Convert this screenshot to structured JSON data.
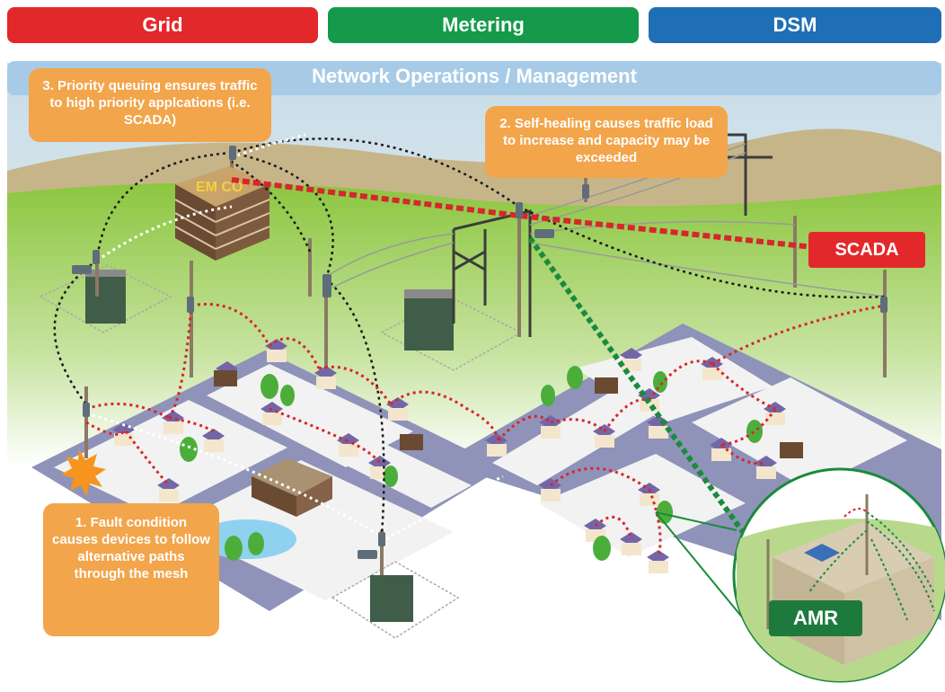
{
  "tabs": {
    "grid": {
      "label": "Grid",
      "color": "#e3282b"
    },
    "metering": {
      "label": "Metering",
      "color": "#149a4a"
    },
    "dsm": {
      "label": "DSM",
      "color": "#1f6fb6"
    }
  },
  "banner": {
    "title": "Network Operations / Management"
  },
  "callouts": {
    "priority": "3. Priority queuing ensures traffic to high priority applcations (i.e. SCADA)",
    "self_healing": "2. Self-healing causes traffic load to increase and capacity may be exceeded",
    "fault": "1. Fault condition causes devices to follow alternative paths through the mesh"
  },
  "building": {
    "sign": "EM CO"
  },
  "labels": {
    "scada": "SCADA",
    "amr": "AMR"
  },
  "colors": {
    "callout": "#f2a54a",
    "scada": "#e3282b",
    "amr": "#1e7a3c",
    "mesh_red": "#d7262c",
    "mesh_green": "#1b8a3c",
    "banner": "#a7cbe6"
  }
}
